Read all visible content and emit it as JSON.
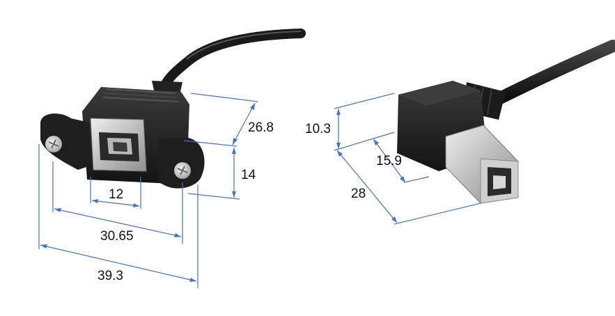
{
  "colors": {
    "dimension_line": "#4a72b8",
    "plastic": "#1c1c1c",
    "metal": "#c9c9c9",
    "background": "#ffffff"
  },
  "left_product": {
    "name_icon": "usb-b-panel-mount-female-icon",
    "dimensions": {
      "width_total": "39.3",
      "screw_spacing": "30.65",
      "port_width": "12",
      "height": "14",
      "depth": "26.8"
    }
  },
  "right_product": {
    "name_icon": "usb-b-right-angle-male-icon",
    "dimensions": {
      "thickness": "10.3",
      "plug_length": "15.9",
      "total_length": "28"
    }
  }
}
